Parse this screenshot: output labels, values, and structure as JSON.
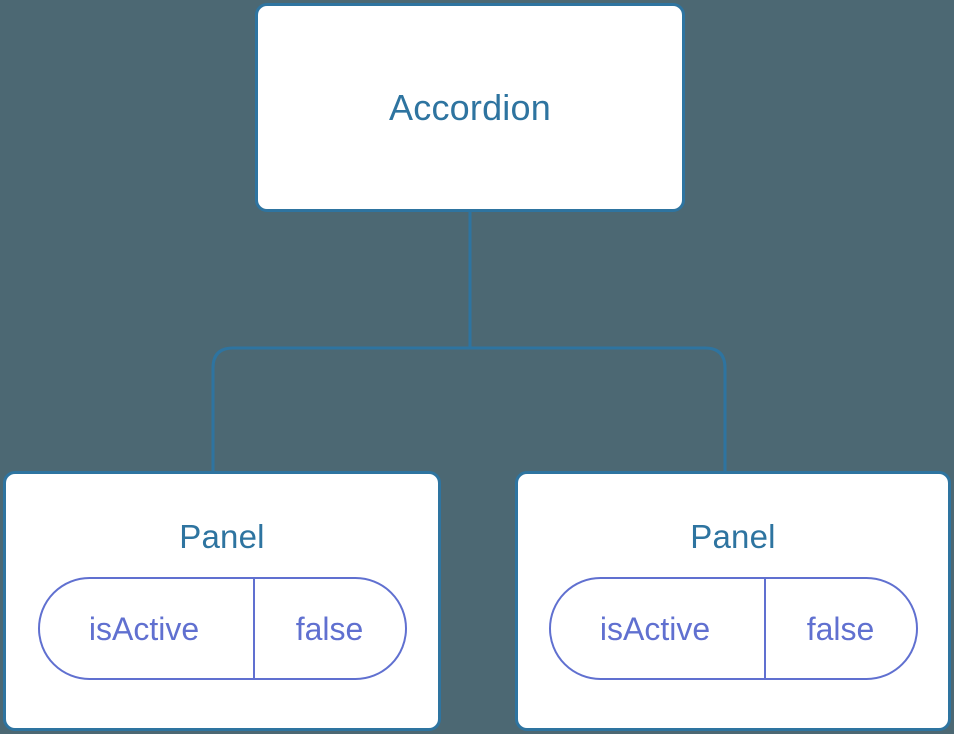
{
  "diagram": {
    "type": "component-tree",
    "colors": {
      "background": "#4c6873",
      "node_border": "#2e74a0",
      "node_fill": "#ffffff",
      "node_title_text": "#2e74a0",
      "connector_line": "#2e74a0",
      "prop_pill_border": "#6070d0",
      "prop_pill_text": "#6070d0"
    },
    "root": {
      "title": "Accordion"
    },
    "children": [
      {
        "title": "Panel",
        "prop": {
          "key": "isActive",
          "value": "false"
        }
      },
      {
        "title": "Panel",
        "prop": {
          "key": "isActive",
          "value": "false"
        }
      }
    ]
  }
}
